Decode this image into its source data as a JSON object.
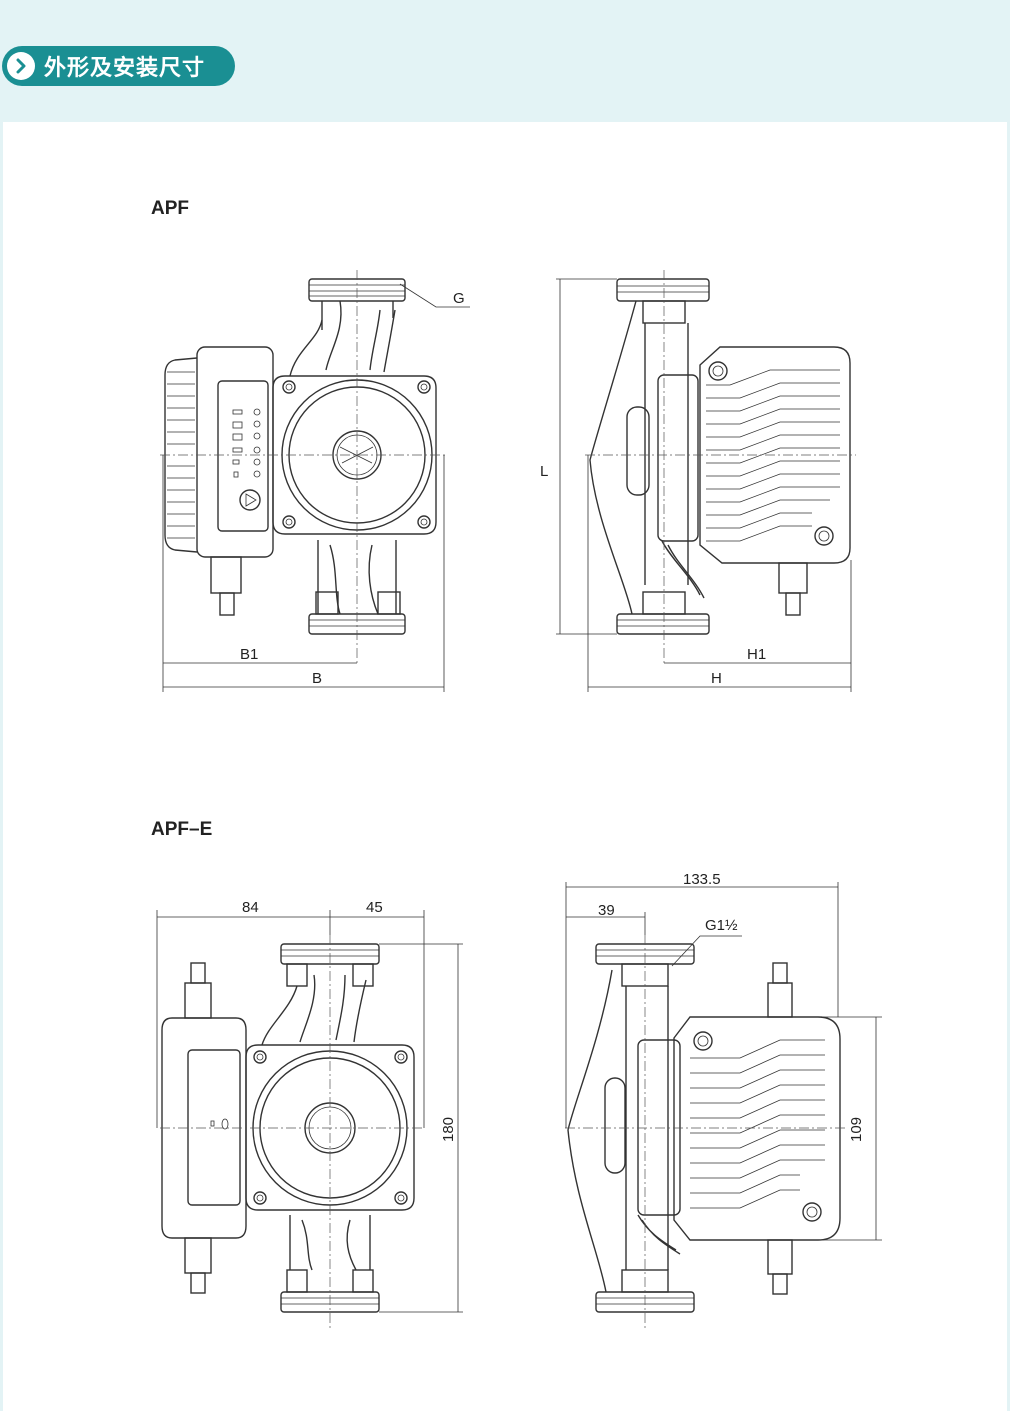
{
  "section": {
    "title": "外形及安装尺寸",
    "icon": "chevron-right-icon"
  },
  "models": [
    {
      "name": "APF",
      "labels": {
        "g": "G",
        "l": "L",
        "b1": "B1",
        "b": "B",
        "h1": "H1",
        "h": "H"
      }
    },
    {
      "name": "APF–E",
      "labels": {
        "left_84": "84",
        "left_45": "45",
        "height_180": "180",
        "width_133_5": "133.5",
        "width_39": "39",
        "thread": "G1½",
        "height_109": "109"
      }
    }
  ],
  "colors": {
    "accent": "#1a8f93",
    "band": "#e3f3f5",
    "line": "#333333"
  }
}
